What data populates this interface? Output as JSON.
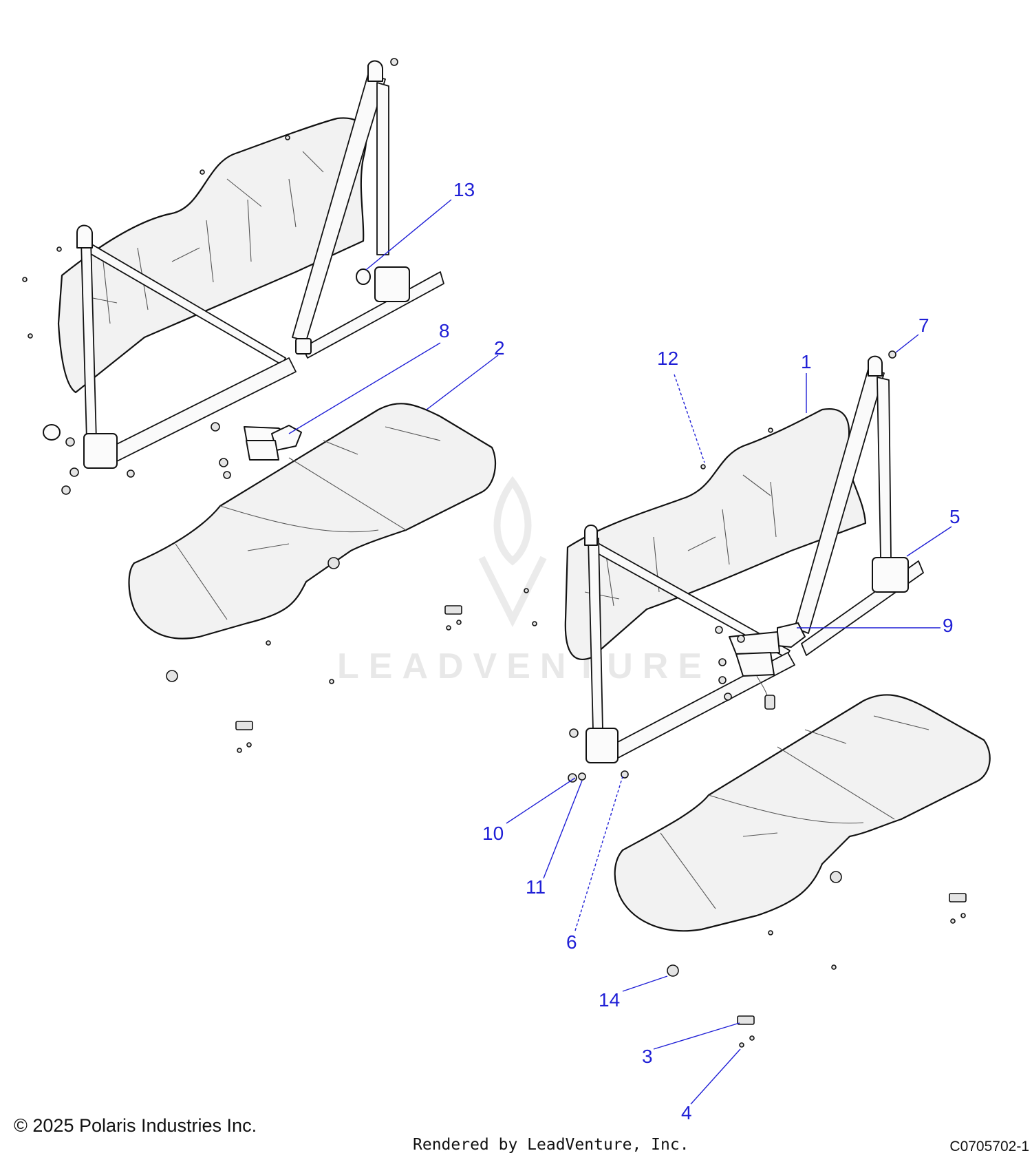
{
  "callouts": [
    {
      "id": "1",
      "label": "1"
    },
    {
      "id": "2",
      "label": "2"
    },
    {
      "id": "3",
      "label": "3"
    },
    {
      "id": "4",
      "label": "4"
    },
    {
      "id": "5",
      "label": "5"
    },
    {
      "id": "6",
      "label": "6"
    },
    {
      "id": "7",
      "label": "7"
    },
    {
      "id": "8",
      "label": "8"
    },
    {
      "id": "9",
      "label": "9"
    },
    {
      "id": "10",
      "label": "10"
    },
    {
      "id": "11",
      "label": "11"
    },
    {
      "id": "12",
      "label": "12"
    },
    {
      "id": "13",
      "label": "13"
    },
    {
      "id": "14",
      "label": "14"
    }
  ],
  "watermark": {
    "text": "LEADVENTURE"
  },
  "footer": {
    "copyright": "© 2025 Polaris Industries Inc.",
    "rendered_by": "Rendered by LeadVenture, Inc.",
    "figure_code": "C0705702-1"
  },
  "colors": {
    "callout": "#1f1fd6",
    "line_art": "#111111",
    "watermark": "#d6d6d6"
  }
}
